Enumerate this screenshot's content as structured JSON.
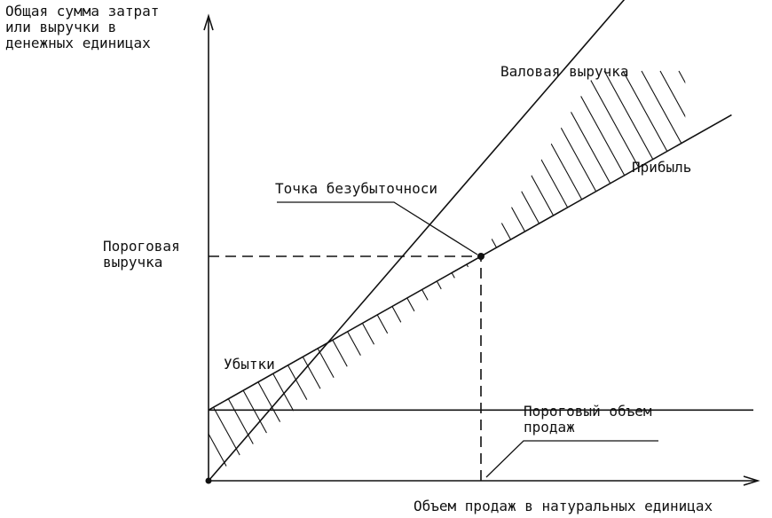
{
  "chart_data": {
    "type": "line",
    "title": "",
    "ylabel_lines": [
      "Общая сумма затрат",
      "или выручки в",
      "денежных единицах"
    ],
    "xlabel": "Объем продаж в натуральных единицах",
    "xlim": [
      0,
      100
    ],
    "ylim": [
      0,
      100
    ],
    "series": [
      {
        "name": "Валовая выручка",
        "x": [
          0,
          100
        ],
        "y": [
          0,
          140.5
        ]
      },
      {
        "name_hidden": "costs",
        "x": [
          0,
          100
        ],
        "y": [
          31.5,
          100
        ]
      },
      {
        "name_hidden": "fixed",
        "x": [
          0,
          200
        ],
        "y": [
          31.5,
          31.5
        ]
      }
    ],
    "breakeven": {
      "x": 100,
      "y": 100
    },
    "regions": {
      "loss": "Убытки",
      "profit": "Прибыль"
    },
    "annotations": {
      "breakeven_point": "Точка безубыточноси",
      "threshold_revenue": [
        "Пороговая",
        "выручка"
      ],
      "threshold_volume": [
        "Пороговый объем",
        "продаж"
      ],
      "gross_revenue": "Валовая выручка"
    }
  },
  "colors": {
    "ink": "#111111",
    "background": "#ffffff"
  }
}
